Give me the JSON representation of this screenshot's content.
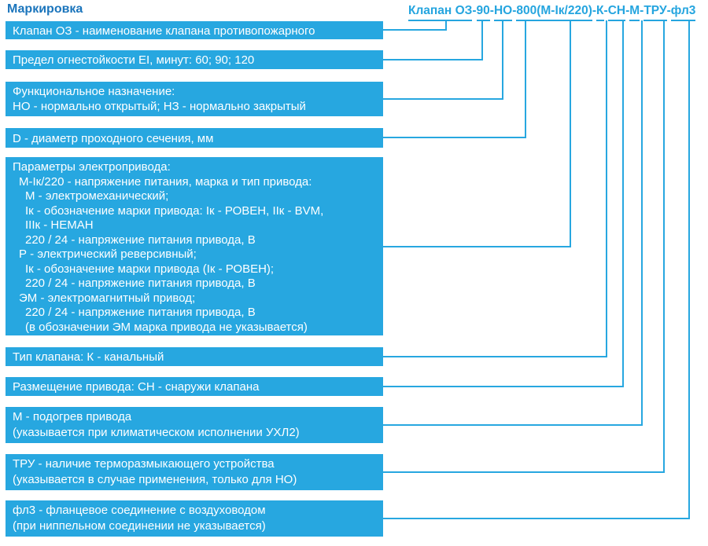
{
  "title": "Маркировка",
  "colors": {
    "accent_cyan": "#27A7E0",
    "title_blue": "#1B75BC",
    "box_text": "#FFFFFF"
  },
  "formula": {
    "segments": [
      {
        "text": "Клапан ОЗ",
        "underline": true
      },
      {
        "text": "-",
        "underline": false
      },
      {
        "text": "90",
        "underline": true
      },
      {
        "text": "-",
        "underline": false
      },
      {
        "text": "НО",
        "underline": true
      },
      {
        "text": "-",
        "underline": false
      },
      {
        "text": "800(М-Iк/220)",
        "underline": true
      },
      {
        "text": "-",
        "underline": false
      },
      {
        "text": "К",
        "underline": true
      },
      {
        "text": "-",
        "underline": false
      },
      {
        "text": "СН",
        "underline": true
      },
      {
        "text": "-",
        "underline": false
      },
      {
        "text": "М",
        "underline": true
      },
      {
        "text": "-",
        "underline": false
      },
      {
        "text": "ТРУ",
        "underline": true
      },
      {
        "text": "-",
        "underline": false
      },
      {
        "text": "фл3",
        "underline": true
      }
    ]
  },
  "boxes": [
    {
      "lines": [
        "Клапан ОЗ - наименование клапана противопожарного"
      ]
    },
    {
      "lines": [
        "Предел огнестойкости EI, минут: 60; 90; 120"
      ]
    },
    {
      "lines": [
        "Функциональное назначение:",
        "НО - нормально открытый; НЗ - нормально закрытый"
      ]
    },
    {
      "lines": [
        "D - диаметр проходного сечения, мм"
      ]
    },
    {
      "lines": [
        "Параметры электропривода:",
        "М-Iк/220 - напряжение питания, марка и тип привода:",
        "М - электромеханический;",
        "Iк - обозначение марки привода: Iк - РОВЕН, IIк - BVM,",
        "IIIк - НЕМАН",
        "220 / 24 - напряжение питания привода, В",
        "Р - электрический реверсивный;",
        "Iк - обозначение марки привода (Iк - РОВЕН);",
        "220 / 24 - напряжение питания привода, В",
        "ЭМ - электромагнитный привод;",
        "220 / 24 - напряжение питания привода, В",
        "(в обозначении ЭМ марка привода не указывается)"
      ]
    },
    {
      "lines": [
        "Тип клапана: К - канальный"
      ]
    },
    {
      "lines": [
        "Размещение привода: СН - снаружи клапана"
      ]
    },
    {
      "lines": [
        "М - подогрев привода",
        "(указывается при климатическом исполнении УХЛ2)"
      ]
    },
    {
      "lines": [
        "ТРУ - наличие терморазмыкающего устройства",
        "(указывается в случае применения, только для НО)"
      ]
    },
    {
      "lines": [
        "фл3 - фланцевое соединение с воздуховодом",
        "(при ниппельном соединении не указывается)"
      ]
    }
  ]
}
